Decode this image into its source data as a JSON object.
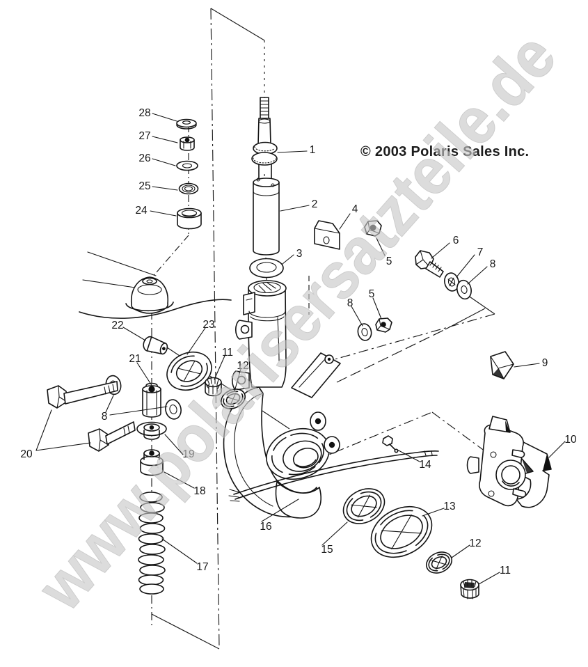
{
  "copyright": "© 2003 Polaris Sales Inc.",
  "watermark": "www.polarisersatzteile.de",
  "callouts": {
    "n1": "1",
    "n2": "2",
    "n3": "3",
    "n4": "4",
    "n5_upper": "5",
    "n5_mid": "5",
    "n6": "6",
    "n7": "7",
    "n8_right": "8",
    "n8_mid": "8",
    "n8_left": "8",
    "n9": "9",
    "n10": "10",
    "n11_left": "11",
    "n11_right": "11",
    "n12_left": "12",
    "n12_right": "12",
    "n13": "13",
    "n14": "14",
    "n15": "15",
    "n16": "16",
    "n17": "17",
    "n18": "18",
    "n19": "19",
    "n20": "20",
    "n21": "21",
    "n22": "22",
    "n23": "23",
    "n24": "24",
    "n25": "25",
    "n26": "26",
    "n27": "27",
    "n28": "28"
  }
}
